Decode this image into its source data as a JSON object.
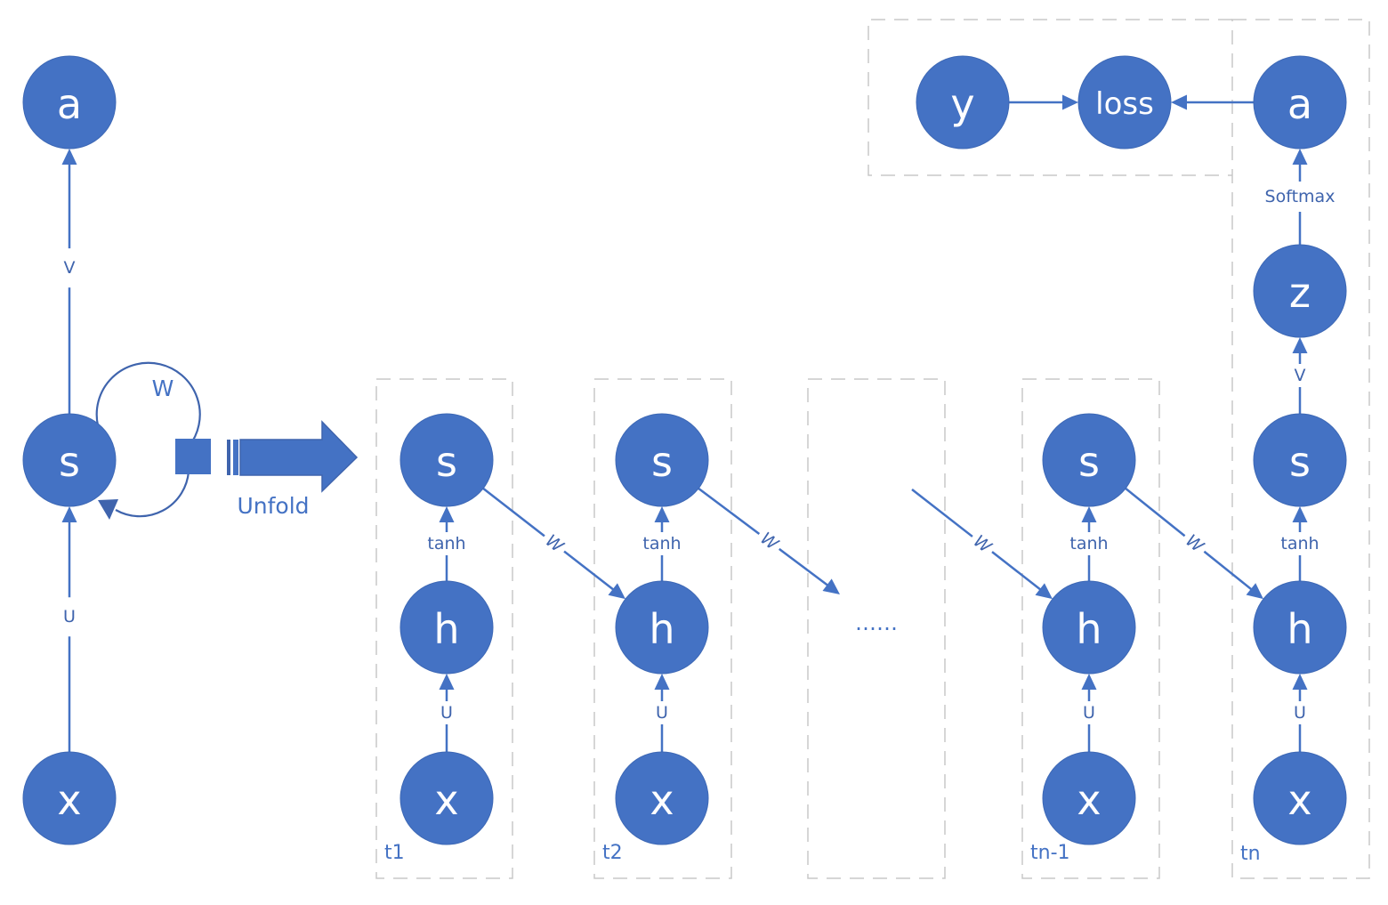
{
  "diagram": {
    "title": "RNN folded and unfolded computational graph",
    "colors": {
      "node_fill": "#4472C4",
      "edge": "#4472C4",
      "label_text": "#3F64AD",
      "node_text": "#FFFFFF",
      "dashed_box": "#C8C8C8"
    },
    "folded": {
      "nodes": [
        {
          "id": "f_a",
          "label": "a"
        },
        {
          "id": "f_s",
          "label": "s"
        },
        {
          "id": "f_x",
          "label": "x"
        }
      ],
      "edges": [
        {
          "from": "f_s",
          "to": "f_a",
          "label": "V"
        },
        {
          "from": "f_x",
          "to": "f_s",
          "label": "U"
        },
        {
          "from": "f_s",
          "to": "f_s",
          "label": "W",
          "type": "self-loop",
          "icon": "delay-square-icon"
        }
      ]
    },
    "unfold_arrow": {
      "label": "Unfold",
      "icon": "block-arrow-right-icon"
    },
    "time_steps": [
      {
        "id": "t1",
        "label": "t1",
        "nodes": {
          "s": "s",
          "h": "h",
          "x": "x"
        },
        "edges": {
          "tanh": "tanh",
          "U": "U"
        }
      },
      {
        "id": "t2",
        "label": "t2",
        "nodes": {
          "s": "s",
          "h": "h",
          "x": "x"
        },
        "edges": {
          "tanh": "tanh",
          "U": "U"
        }
      },
      {
        "id": "ellipsis",
        "label": "",
        "text": "……"
      },
      {
        "id": "tn1",
        "label": "tn-1",
        "nodes": {
          "s": "s",
          "h": "h",
          "x": "x"
        },
        "edges": {
          "tanh": "tanh",
          "U": "U"
        }
      },
      {
        "id": "tn",
        "label": "tn",
        "nodes": {
          "s": "s",
          "h": "h",
          "x": "x",
          "z": "z",
          "a": "a"
        },
        "edges": {
          "tanh": "tanh",
          "U": "U",
          "V": "V",
          "softmax": "Softmax"
        }
      }
    ],
    "recurrent_edges": [
      {
        "from": "t1.s",
        "to": "t2.h",
        "label": "W"
      },
      {
        "from": "t2.s",
        "to": "ellipsis",
        "label": "W"
      },
      {
        "from": "ellipsis",
        "to": "tn1.h",
        "label": "W"
      },
      {
        "from": "tn1.s",
        "to": "tn.h",
        "label": "W"
      }
    ],
    "loss_block": {
      "nodes": [
        {
          "id": "y",
          "label": "y"
        },
        {
          "id": "loss",
          "label": "loss"
        }
      ],
      "edges": [
        {
          "from": "y",
          "to": "loss"
        },
        {
          "from": "tn.a",
          "to": "loss"
        }
      ]
    }
  }
}
